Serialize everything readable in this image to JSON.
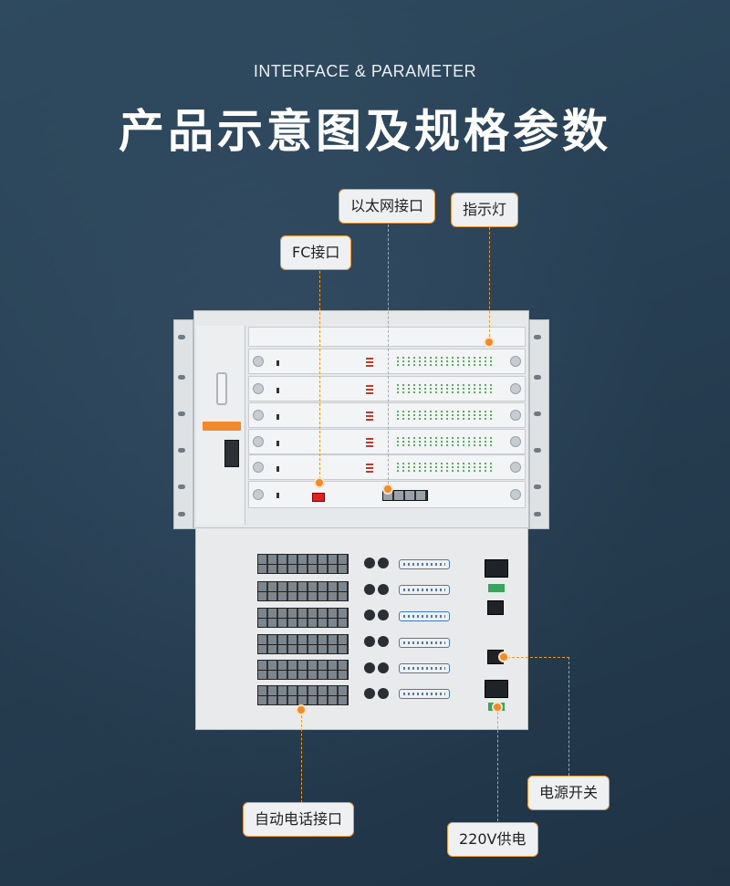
{
  "header": {
    "subtitle": "INTERFACE & PARAMETER",
    "title": "产品示意图及规格参数"
  },
  "callouts": {
    "ethernet": "以太网接口",
    "indicator": "指示灯",
    "fc": "FC接口",
    "phone": "自动电话接口",
    "power_switch": "电源开关",
    "power_220v": "220V供电"
  },
  "colors": {
    "accent": "#e79a3c",
    "background": "#273f53"
  }
}
